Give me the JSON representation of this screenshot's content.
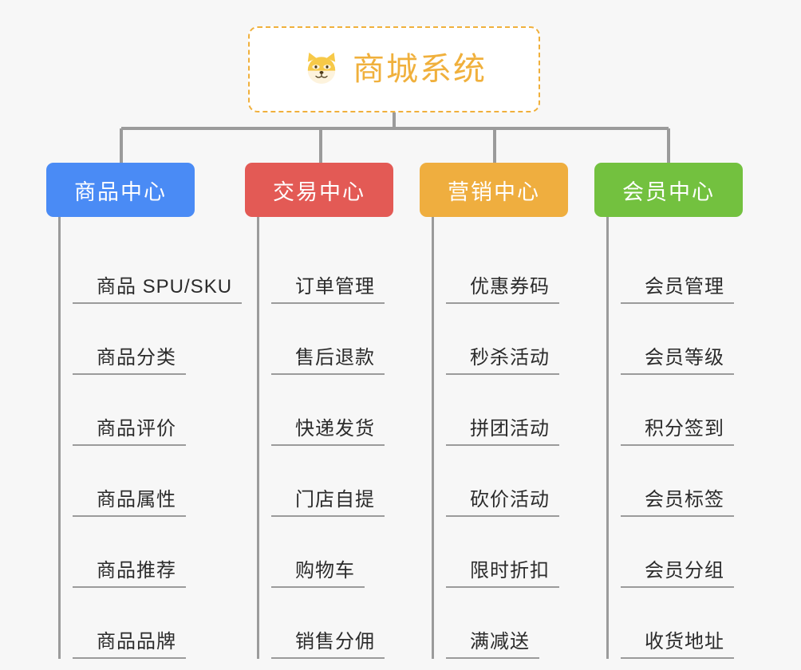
{
  "root": {
    "title": "商城系统",
    "icon": "shiba-dog-face-icon",
    "border_color": "#f0b03c",
    "text_color": "#f0b03c",
    "background": "#ffffff"
  },
  "canvas": {
    "background": "#f7f7f7",
    "connector_color": "#9b9b9b"
  },
  "branches": [
    {
      "label": "商品中心",
      "color": "#4a8bf5",
      "items": [
        {
          "label": "商品 SPU/SKU"
        },
        {
          "label": "商品分类"
        },
        {
          "label": "商品评价"
        },
        {
          "label": "商品属性"
        },
        {
          "label": "商品推荐"
        },
        {
          "label": "商品品牌"
        }
      ]
    },
    {
      "label": "交易中心",
      "color": "#e35a55",
      "items": [
        {
          "label": "订单管理"
        },
        {
          "label": "售后退款"
        },
        {
          "label": "快递发货"
        },
        {
          "label": "门店自提"
        },
        {
          "label": "购物车"
        },
        {
          "label": "销售分佣"
        }
      ]
    },
    {
      "label": "营销中心",
      "color": "#efae3f",
      "items": [
        {
          "label": "优惠券码"
        },
        {
          "label": "秒杀活动"
        },
        {
          "label": "拼团活动"
        },
        {
          "label": "砍价活动"
        },
        {
          "label": "限时折扣"
        },
        {
          "label": "满减送"
        }
      ]
    },
    {
      "label": "会员中心",
      "color": "#73c13f",
      "items": [
        {
          "label": "会员管理"
        },
        {
          "label": "会员等级"
        },
        {
          "label": "积分签到"
        },
        {
          "label": "会员标签"
        },
        {
          "label": "会员分组"
        },
        {
          "label": "收货地址"
        }
      ]
    }
  ]
}
